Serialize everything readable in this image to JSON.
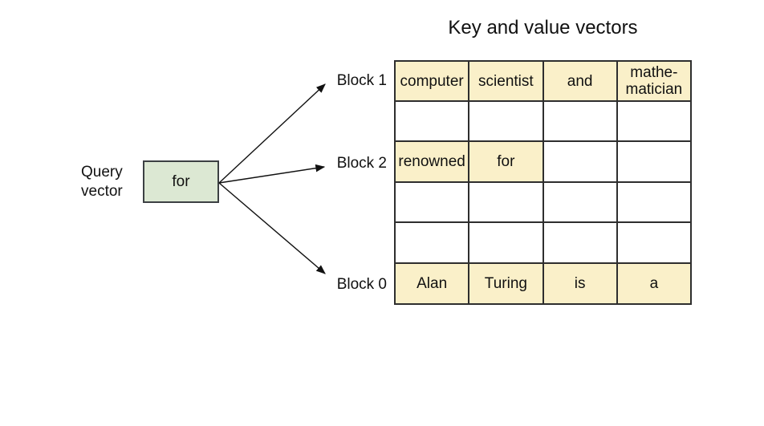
{
  "title": "Key and value vectors",
  "query_vector": {
    "label_line1": "Query",
    "label_line2": "vector",
    "token": "for"
  },
  "block_labels": {
    "block1": "Block 1",
    "block2": "Block 2",
    "block0": "Block 0"
  },
  "table": {
    "rows": [
      {
        "cells": [
          {
            "text": "computer",
            "highlight": true
          },
          {
            "text": "scientist",
            "highlight": true
          },
          {
            "text": "and",
            "highlight": true
          },
          {
            "text": "mathe-\nmatician",
            "highlight": true
          }
        ]
      },
      {
        "cells": [
          {
            "text": "",
            "highlight": false
          },
          {
            "text": "",
            "highlight": false
          },
          {
            "text": "",
            "highlight": false
          },
          {
            "text": "",
            "highlight": false
          }
        ]
      },
      {
        "cells": [
          {
            "text": "renowned",
            "highlight": true
          },
          {
            "text": "for",
            "highlight": true
          },
          {
            "text": "",
            "highlight": false
          },
          {
            "text": "",
            "highlight": false
          }
        ]
      },
      {
        "cells": [
          {
            "text": "",
            "highlight": false
          },
          {
            "text": "",
            "highlight": false
          },
          {
            "text": "",
            "highlight": false
          },
          {
            "text": "",
            "highlight": false
          }
        ]
      },
      {
        "cells": [
          {
            "text": "",
            "highlight": false
          },
          {
            "text": "",
            "highlight": false
          },
          {
            "text": "",
            "highlight": false
          },
          {
            "text": "",
            "highlight": false
          }
        ]
      },
      {
        "cells": [
          {
            "text": "Alan",
            "highlight": true
          },
          {
            "text": "Turing",
            "highlight": true
          },
          {
            "text": "is",
            "highlight": true
          },
          {
            "text": "a",
            "highlight": true
          }
        ]
      }
    ]
  },
  "colors": {
    "highlight_cell": "#faf0c9",
    "query_box_fill": "#dce8d3",
    "table_border": "#2e2e2e",
    "arrow": "#111111"
  }
}
